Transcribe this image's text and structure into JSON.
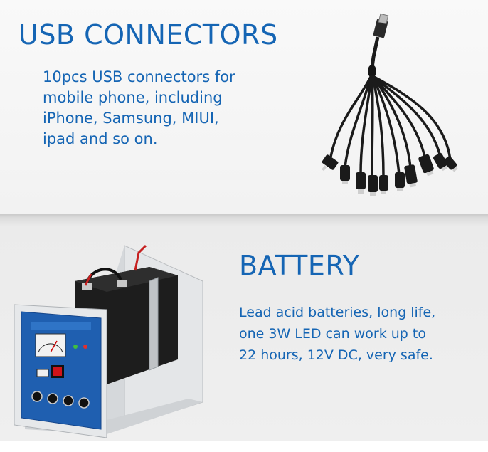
{
  "usb_section": {
    "title": "USB CONNECTORS",
    "description_lines": [
      "10pcs USB connectors for",
      "mobile phone, including",
      "iPhone, Samsung, MIUI,",
      "ipad and so on."
    ]
  },
  "battery_section": {
    "title": "BATTERY",
    "description_lines": [
      "Lead acid batteries, long life,",
      "one 3W LED can work up to",
      "22 hours, 12V DC, very safe."
    ]
  },
  "colors": {
    "text_blue": "#1565b4",
    "usb_panel_bg": "#f5f5f5",
    "battery_panel_bg": "#ececec",
    "control_panel_blue": "#1f5fb0"
  },
  "images": {
    "usb_cable": "usb-multi-connector-cable",
    "battery_box": "solar-dc-system-battery-box"
  }
}
